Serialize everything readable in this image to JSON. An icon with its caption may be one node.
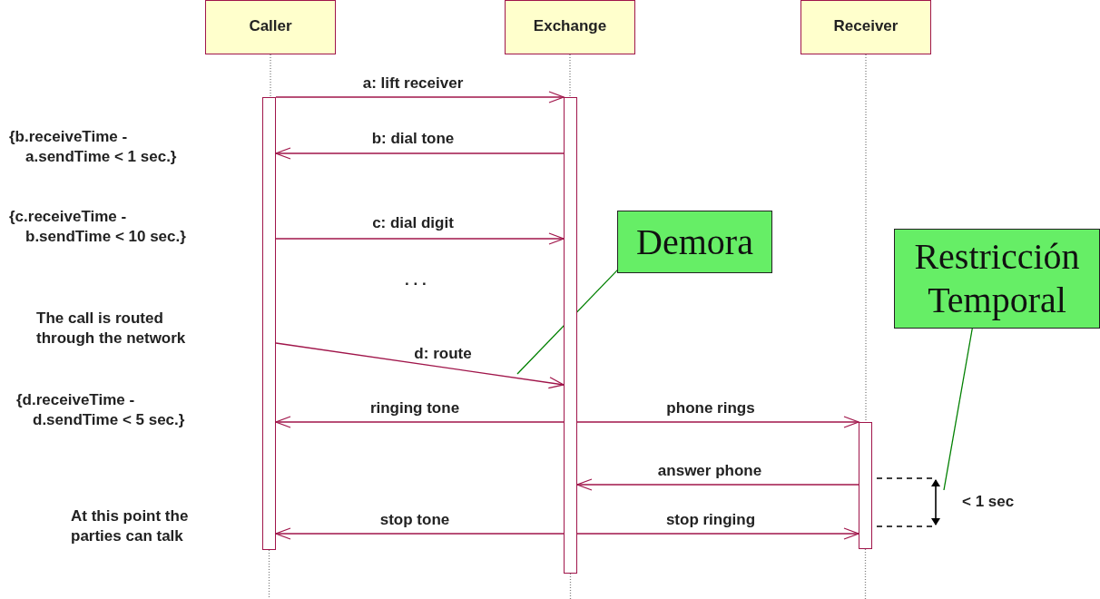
{
  "diagram": {
    "nodes": [
      {
        "text": [
          "Caller"
        ]
      },
      {
        "text": [
          "Exchange"
        ]
      },
      {
        "text": [
          "Receiver"
        ]
      },
      {
        "text": [],
        "shape": "bar"
      },
      {
        "text": [],
        "shape": "bar"
      },
      {
        "text": [],
        "shape": "bar"
      },
      {
        "text": [
          "Demora"
        ]
      },
      {
        "text": [
          "Restricción Temporal"
        ]
      }
    ],
    "edges": [
      {
        "from": 0,
        "to": 3,
        "arrow": "none",
        "style": "dashed",
        "color": "#808080"
      },
      {
        "from": 1,
        "to": 4,
        "arrow": "none",
        "style": "dashed",
        "color": "#808080"
      },
      {
        "from": 2,
        "to": 5,
        "arrow": "none",
        "style": "dashed",
        "color": "#808080"
      },
      {
        "from": 3,
        "to": 4,
        "arrow": "to",
        "label": "a: lift receiver"
      },
      {
        "from": 4,
        "to": 3,
        "arrow": "to",
        "label": "b: dial tone"
      },
      {
        "from": 3,
        "to": 4,
        "arrow": "to",
        "label": "c: dial digit"
      },
      {
        "from": 3,
        "to": 4,
        "arrow": "to",
        "label": "d: route"
      },
      {
        "from": 4,
        "to": 3,
        "arrow": "to",
        "label": "ringing tone"
      },
      {
        "from": 4,
        "to": 5,
        "arrow": "to",
        "label": "phone rings"
      },
      {
        "from": 5,
        "to": 4,
        "arrow": "to",
        "label": "answer phone"
      },
      {
        "from": 4,
        "to": 3,
        "arrow": "to",
        "label": "stop tone"
      },
      {
        "from": 4,
        "to": 5,
        "arrow": "to",
        "label": "stop ringing"
      },
      {
        "from": 6,
        "to": null,
        "arrow": "none",
        "color": "#008000"
      },
      {
        "from": 7,
        "to": null,
        "arrow": "none",
        "color": "#008000"
      }
    ],
    "labels": [
      "{b.receiveTime - a.sendTime < 1 sec.}",
      "{c.receiveTime -b.sendTime < 10 sec.}",
      ". . .",
      "The call is routed through the network",
      "{d.receiveTime -d.sendTime < 5 sec.}",
      "< 1 sec",
      "At this point the parties can talk"
    ]
  }
}
